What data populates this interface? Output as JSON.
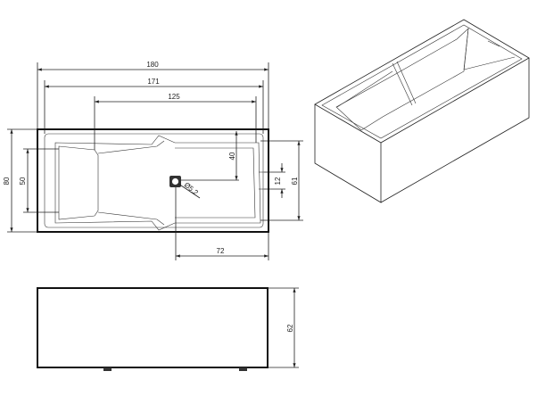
{
  "title": "Bathtub technical drawing",
  "top_view": {
    "dimensions": {
      "overall_length": "180",
      "inner_length": "171",
      "basin_length": "125",
      "overall_width": "80",
      "headrest_width": "50",
      "drain_offset_side": "40",
      "overflow_height": "12",
      "basin_width": "61",
      "drain_offset_end": "72",
      "drain_diameter": "Ø5.2"
    }
  },
  "side_view": {
    "dimensions": {
      "height": "62"
    }
  },
  "colors": {
    "line": "#222222",
    "background": "#ffffff"
  }
}
